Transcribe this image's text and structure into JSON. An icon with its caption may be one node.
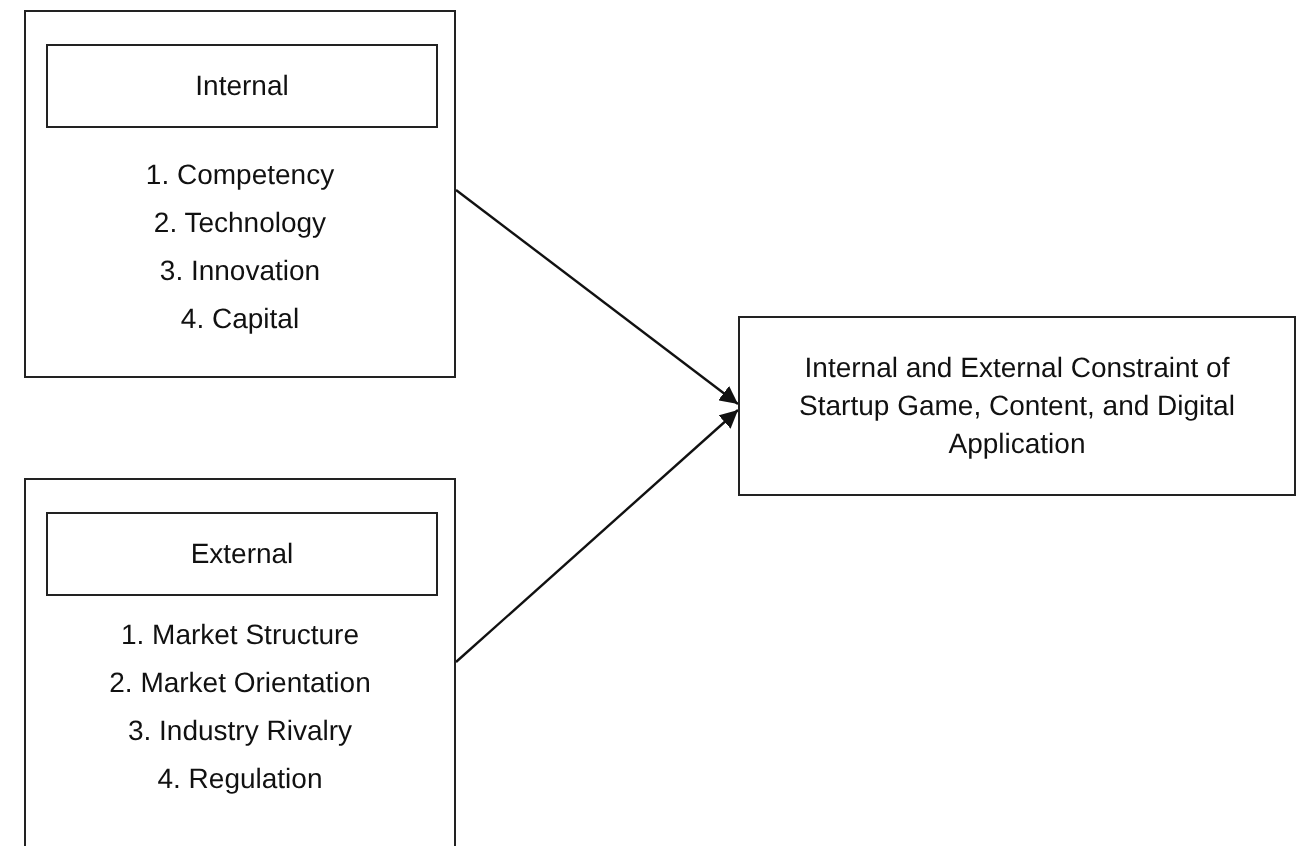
{
  "diagram": {
    "nodes": [
      {
        "text": [
          "1. Competency",
          "2. Technology",
          "3. Innovation",
          "4. Capital"
        ]
      },
      {
        "text": [
          "Internal"
        ],
        "in": 0
      },
      {
        "text": [
          "1. Market Structure",
          "2. Market Orientation",
          "3. Industry Rivalry",
          "4. Regulation"
        ]
      },
      {
        "text": [
          "External"
        ],
        "in": 2
      },
      {
        "text": [
          "Internal and External Constraint of Startup Game, Content, and Digital Application"
        ]
      }
    ],
    "edges": [
      {
        "from": 0,
        "to": 4,
        "arrow": "to"
      },
      {
        "from": 2,
        "to": 4,
        "arrow": "to"
      }
    ]
  }
}
